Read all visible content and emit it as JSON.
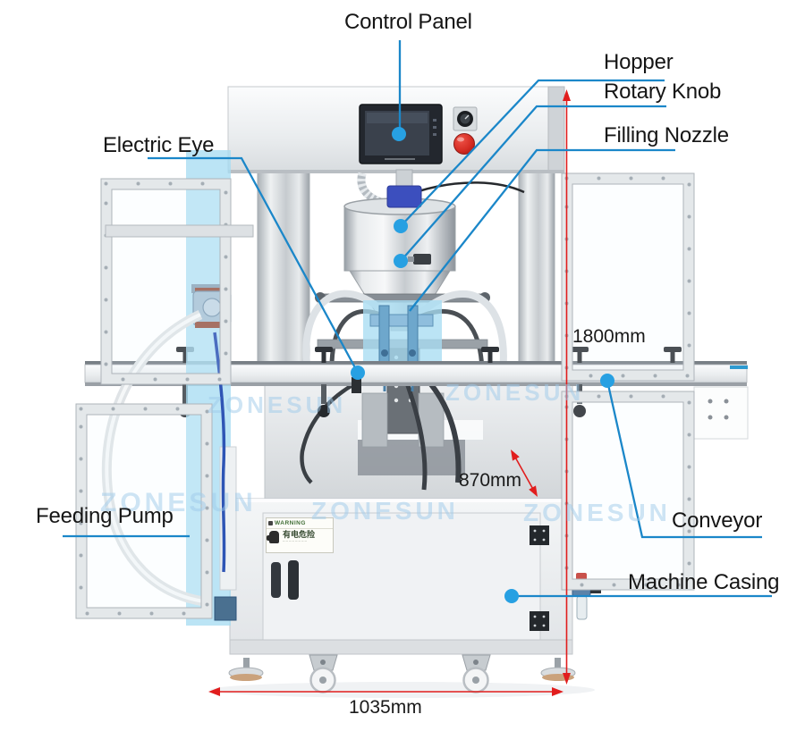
{
  "diagram": {
    "type": "annotated product diagram",
    "subject": "automatic filling machine with conveyor"
  },
  "labels": {
    "control_panel": "Control Panel",
    "hopper": "Hopper",
    "rotary_knob": "Rotary Knob",
    "filling_nozzle": "Filling Nozzle",
    "electric_eye": "Electric Eye",
    "feeding_pump": "Feeding Pump",
    "conveyor": "Conveyor",
    "machine_casing": "Machine Casing"
  },
  "dimensions": {
    "height": "1800mm",
    "depth": "870mm",
    "width": "1035mm"
  },
  "watermark": "ZONESUN",
  "warning_sticker": {
    "title": "WARNING",
    "text": "有电危险"
  },
  "colors": {
    "callout": "#1b87c9",
    "dot": "#27a0e2",
    "dim": "#e11d1d",
    "highlight": "#a8ddf2"
  }
}
